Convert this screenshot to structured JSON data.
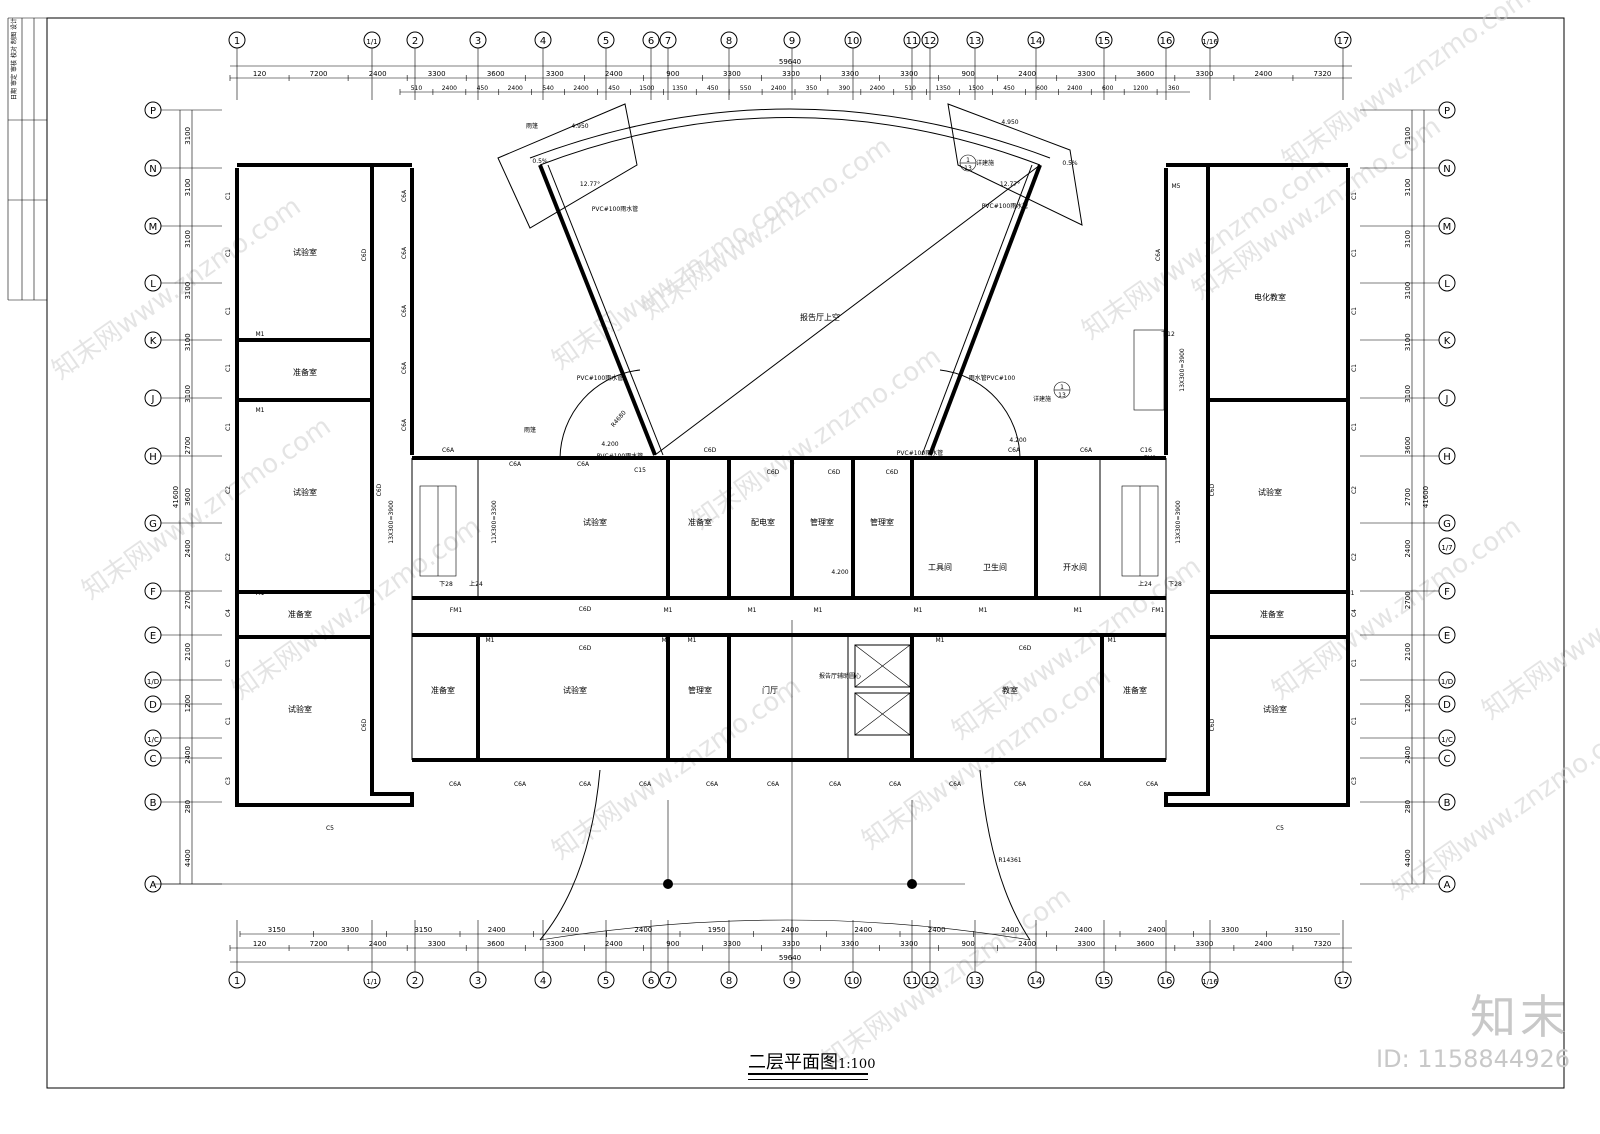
{
  "drawing": {
    "title": "二层平面图",
    "scale": "1:100",
    "total_width": "59640",
    "total_depth": "41600"
  },
  "axes": {
    "columns": [
      "1",
      "1/1",
      "2",
      "3",
      "4",
      "5",
      "6",
      "7",
      "8",
      "9",
      "10",
      "11",
      "12",
      "13",
      "14",
      "15",
      "16",
      "1/16",
      "17"
    ],
    "rows": [
      "P",
      "N",
      "M",
      "L",
      "K",
      "J",
      "H",
      "G",
      "F",
      "E",
      "1/D",
      "D",
      "1/C",
      "C",
      "B",
      "A"
    ],
    "left_extra": [
      "1/7"
    ]
  },
  "dims": {
    "top1": [
      "120",
      "7200",
      "2400",
      "3300",
      "3600",
      "3300",
      "2400",
      "900",
      "3300",
      "3300",
      "3300",
      "3300",
      "900",
      "2400",
      "3300",
      "3600",
      "3300",
      "2400",
      "7320"
    ],
    "top2": [
      "510",
      "2400",
      "450",
      "2400",
      "540",
      "2400",
      "450",
      "1500",
      "1350",
      "450",
      "550",
      "2400",
      "350",
      "390",
      "2400",
      "510",
      "1350",
      "1500",
      "450",
      "600",
      "2400",
      "600",
      "1200",
      "360"
    ],
    "bottom1": [
      "3150",
      "3300",
      "3150",
      "2400",
      "2400",
      "2400",
      "1950",
      "2400",
      "2400",
      "2400",
      "2400",
      "2400",
      "2400",
      "3300",
      "3150"
    ],
    "bottom2": [
      "120",
      "7200",
      "2400",
      "3300",
      "3600",
      "3300",
      "2400",
      "900",
      "3300",
      "3300",
      "3300",
      "3300",
      "900",
      "2400",
      "3300",
      "3600",
      "3300",
      "2400",
      "7320"
    ],
    "left": [
      "3100",
      "3100",
      "3100",
      "3100",
      "3100",
      "3100",
      "2700",
      "3600",
      "2400",
      "2700",
      "2100",
      "1200",
      "2400",
      "280",
      "4400"
    ],
    "right": [
      "3100",
      "3100",
      "3100",
      "3100",
      "3100",
      "3100",
      "3600",
      "2700",
      "2400",
      "2700",
      "2100",
      "1200",
      "2400",
      "280",
      "4400"
    ]
  },
  "rooms": {
    "lab": "试验室",
    "prep": "准备室",
    "ecr": "电化教室",
    "admin": "管理室",
    "power": "配电室",
    "hall": "门厅",
    "classroom": "教室",
    "tools": "工具间",
    "water": "开水间",
    "wc": "卫生间",
    "void": "报告厅上空"
  },
  "labels": {
    "door": "M1",
    "door5": "M5",
    "fire_door1": "FM1",
    "fire_door2": "FM2",
    "win_a": "C6A",
    "win_d": "C6D",
    "win_15": "C15",
    "win_16": "C16",
    "win_1": "C1",
    "win_2": "C2",
    "win_3": "C3",
    "win_4": "C4",
    "win_5": "C5",
    "pipe": "PVC#100雨水管",
    "pipe2": "雨水管PVC#100",
    "canopy": "雨篷",
    "elev1": "4.950",
    "elev2": "4.200",
    "slope": "0.5%",
    "angle": "12.77°",
    "stair1": "13X300=3900",
    "stair2": "11X300=3300",
    "up28": "下28",
    "up24": "上24",
    "up12": "下12",
    "r1": "R14361",
    "r2": "R4680",
    "center": "报告厅辅助圆心",
    "see": "详建施",
    "ref_num": "1",
    "ref_sheet": "13"
  },
  "branding": {
    "logo": "知末",
    "image_id": "ID: 1158844926",
    "watermark": "知末网www.znzmo.com"
  },
  "titleblock": {
    "rows": [
      "设计",
      "制图",
      "校对",
      "审核",
      "审定",
      "日期"
    ]
  }
}
